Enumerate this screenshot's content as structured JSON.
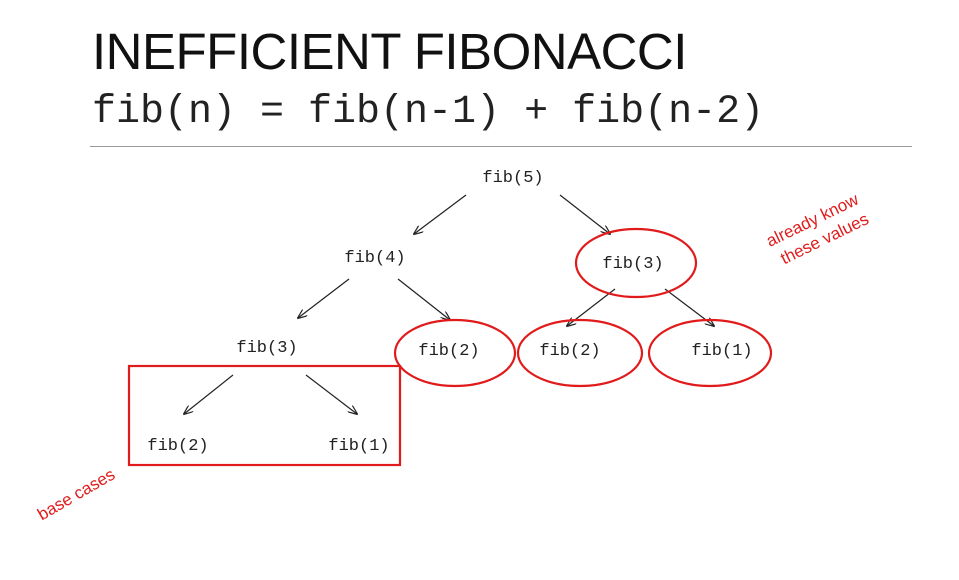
{
  "slide": {
    "title": "INEFFICIENT FIBONACCI",
    "formula": "fib(n) = fib(n-1) + fib(n-2)"
  },
  "tree": {
    "nodes": {
      "root": "fib(5)",
      "l": "fib(4)",
      "r": "fib(3)",
      "ll": "fib(3)",
      "lr": "fib(2)",
      "rl": "fib(2)",
      "rr": "fib(1)",
      "lll": "fib(2)",
      "llr": "fib(1)"
    }
  },
  "annotations": {
    "already_know_line1": "already know",
    "already_know_line2": "these values",
    "base_cases": "base cases"
  },
  "colors": {
    "highlight": "#e11b1b",
    "text": "#222222"
  }
}
